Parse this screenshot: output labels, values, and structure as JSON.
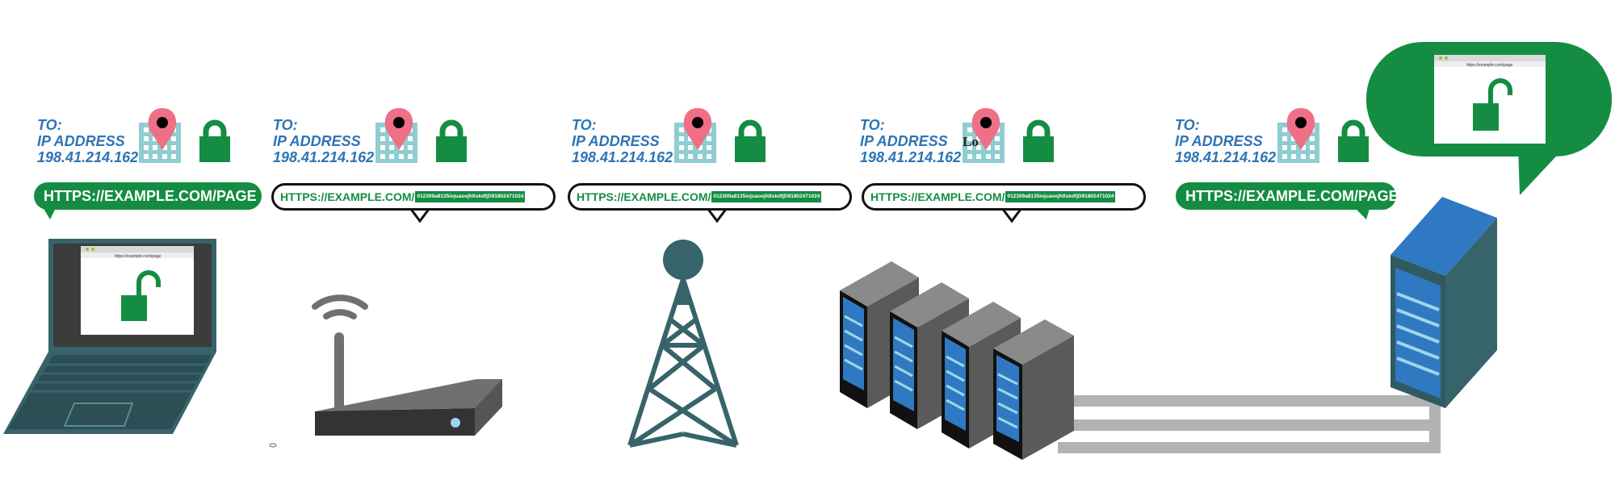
{
  "stops": [
    {
      "to": "TO:",
      "ip_label": "IP ADDRESS",
      "ip": "198.41.214.162",
      "url_path": "HTTPS://EXAMPLE.COM/PAGE"
    },
    {
      "to": "TO:",
      "ip_label": "IP ADDRESS",
      "ip": "198.41.214.162",
      "url_base": "HTTPS://EXAMPLE.COM/",
      "url_scrambled": "012309a8135iojuaoejfdlskdfjD91802471024"
    },
    {
      "to": "TO:",
      "ip_label": "IP ADDRESS",
      "ip": "198.41.214.162",
      "url_base": "HTTPS://EXAMPLE.COM/",
      "url_scrambled": "012309a8135iojuaoejfdlskdfjD91802471024"
    },
    {
      "to": "TO:",
      "ip_label": "IP ADDRESS",
      "ip": "198.41.214.162",
      "url_base": "HTTPS://EXAMPLE.COM/",
      "url_scrambled": "012309a8135iojuaoejfdlskdfjD91802471024"
    },
    {
      "to": "TO:",
      "ip_label": "IP ADDRESS",
      "ip": "198.41.214.162",
      "url_path": "HTTPS://EXAMPLE.COM/PAGE"
    }
  ],
  "stray_text": "Lo",
  "browser": {
    "address": "https://example.com/page"
  },
  "icons": {
    "pin": "location-pin-icon",
    "building": "building-icon",
    "lock": "lock-icon",
    "laptop": "laptop-icon",
    "router": "wifi-router-icon",
    "tower": "cell-tower-icon",
    "racks": "server-rack-icon",
    "server": "origin-server-icon",
    "unlock": "unlocked-padlock-icon"
  },
  "colors": {
    "green": "#148d43",
    "blue_text": "#2e74b5",
    "pin": "#ef6f86",
    "building": "#8fcdd1",
    "teal_dark": "#37636a",
    "server_blue": "#2f79c2",
    "grey": "#707070",
    "cable": "#b3b3b3"
  }
}
